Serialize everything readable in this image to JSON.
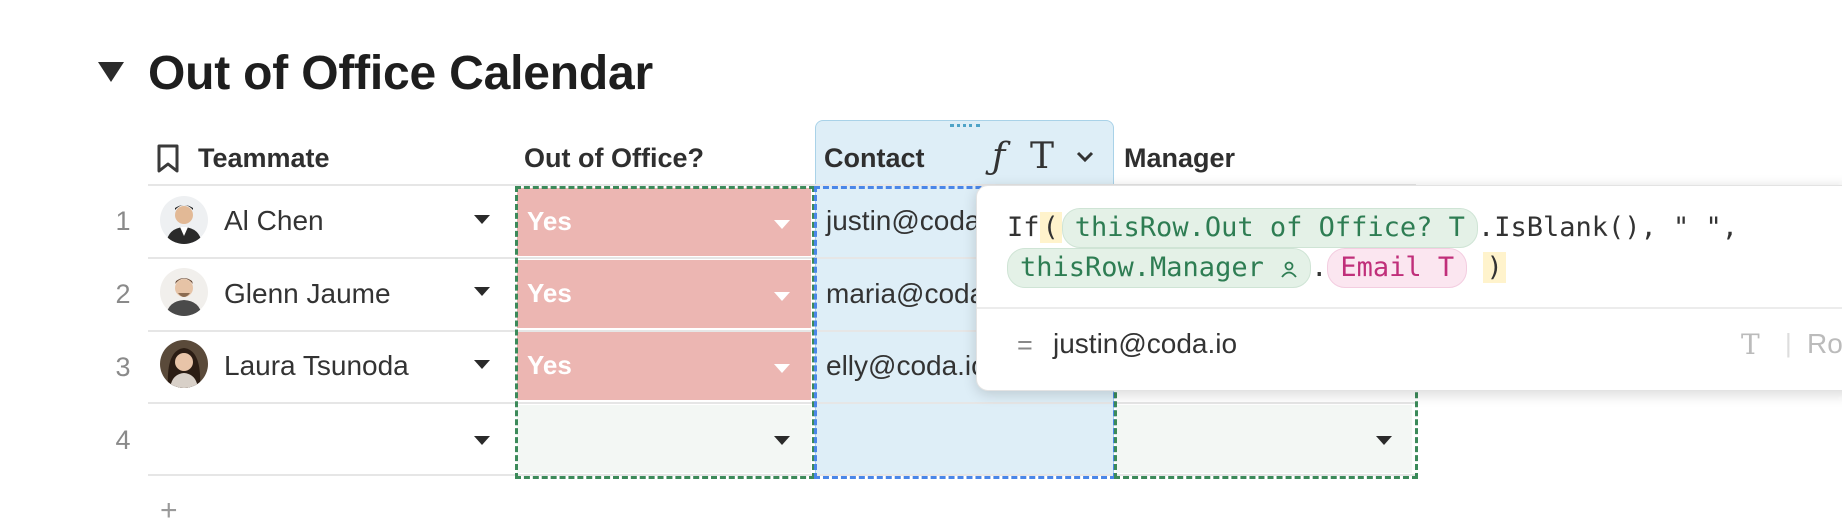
{
  "section": {
    "title": "Out of Office Calendar"
  },
  "columns": {
    "teammate": "Teammate",
    "out_of_office": "Out of Office?",
    "contact": "Contact",
    "manager": "Manager"
  },
  "contact_header_icons": {
    "formula": "ƒ",
    "type": "T",
    "menu": "chevron-down-icon"
  },
  "rows": [
    {
      "num": "1",
      "name": "Al Chen",
      "ooo": "Yes",
      "email": "justin@coda.io"
    },
    {
      "num": "2",
      "name": "Glenn Jaume",
      "ooo": "Yes",
      "email": "maria@coda.io"
    },
    {
      "num": "3",
      "name": "Laura Tsunoda",
      "ooo": "Yes",
      "email": "elly@coda.io"
    },
    {
      "num": "4",
      "name": "",
      "ooo": "",
      "email": ""
    }
  ],
  "add_row": "+",
  "formula_popup": {
    "if": "If",
    "open_paren": "(",
    "token1": "thisRow.Out of Office?",
    "token1_icon": "T",
    "call": ".IsBlank(), \" \",",
    "token2": "thisRow.Manager",
    "dot": ".",
    "token3": "Email",
    "token3_icon": "T",
    "close_paren": ")",
    "equals": "=",
    "result": "justin@coda.io",
    "result_type": "T",
    "separator": "|",
    "footer_right": "Ro"
  },
  "colors": {
    "yes_fill": "#ecb6b2",
    "contact_highlight": "#deeef7",
    "green_dash": "#3c8a5a",
    "blue_dash": "#4a86e8"
  }
}
